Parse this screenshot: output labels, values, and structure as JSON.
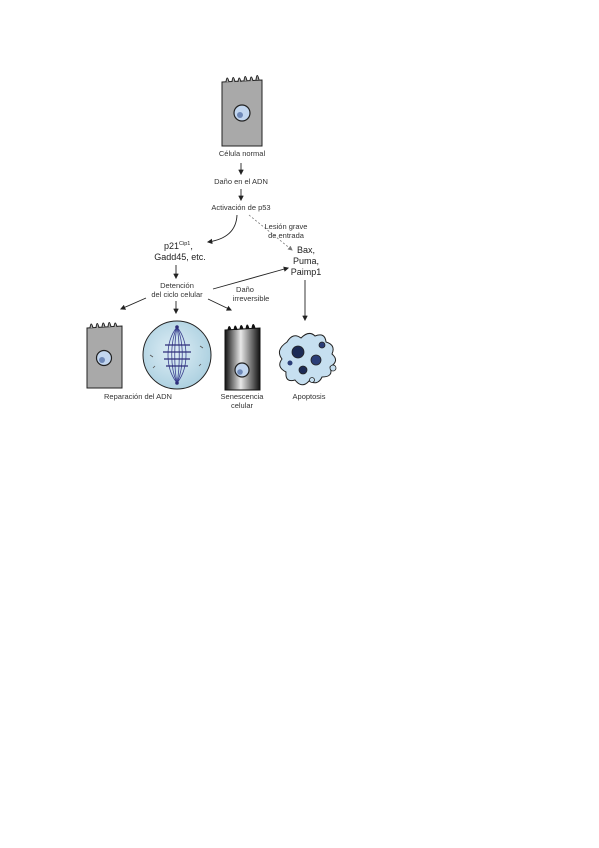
{
  "diagram": {
    "top_cell_label": "Célula normal",
    "step_damage": "Daño en el ADN",
    "step_p53": "Activación de p53",
    "severe_lesion_line1": "Lesión grave",
    "severe_lesion_line2": "de entrada",
    "p21_base": "p21",
    "p21_superscript": "Cip1",
    "p21_suffix": ",",
    "gadd45": "Gadd45, etc.",
    "bax_line1": "Bax,",
    "bax_line2": "Puma,",
    "bax_line3": "Paimp1",
    "cell_cycle_line1": "Detención",
    "cell_cycle_line2": "del ciclo celular",
    "irreversible_line1": "Daño",
    "irreversible_line2": "irreversible",
    "label_repair": "Reparación del ADN",
    "label_senescence_line1": "Senescencia",
    "label_senescence_line2": "celular",
    "label_apoptosis": "Apoptosis"
  }
}
